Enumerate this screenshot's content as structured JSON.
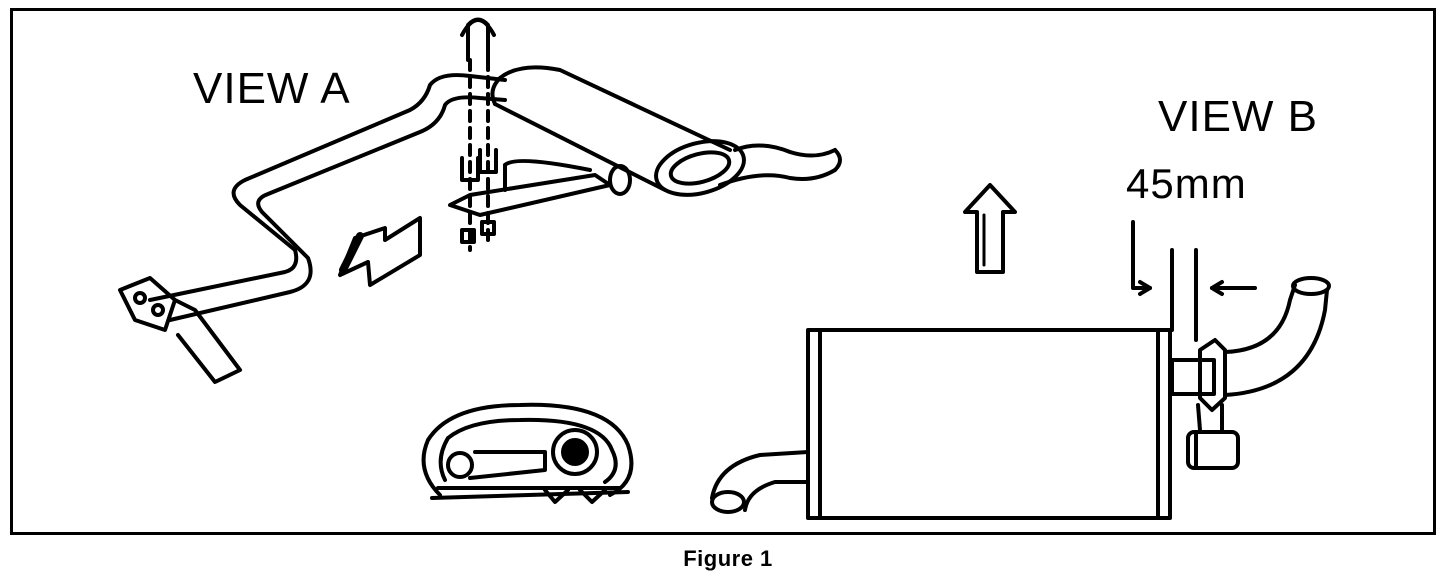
{
  "labels": {
    "view_a": "VIEW A",
    "view_b": "VIEW B",
    "dimension": "45mm"
  },
  "caption": "Figure 1",
  "colors": {
    "ink": "#000000",
    "paper": "#ffffff"
  }
}
